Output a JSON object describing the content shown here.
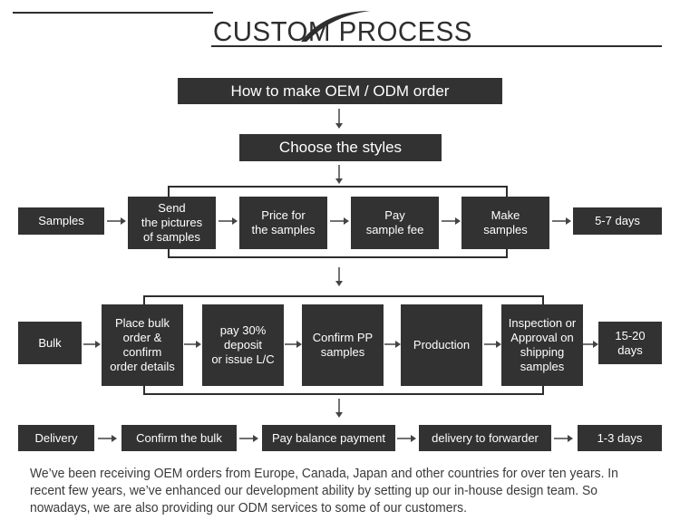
{
  "header": {
    "title": "CUSTOM PROCESS"
  },
  "top": {
    "main_step": "How to make OEM / ODM order",
    "choose_step": "Choose the styles"
  },
  "samples_row": {
    "label": "Samples",
    "steps": [
      "Send\nthe pictures\nof samples",
      "Price for\nthe samples",
      "Pay\nsample fee",
      "Make\nsamples"
    ],
    "duration": "5-7 days"
  },
  "bulk_row": {
    "label": "Bulk",
    "steps": [
      "Place bulk\norder &\nconfirm\norder details",
      "pay 30%\ndeposit\nor issue L/C",
      "Confirm PP\nsamples",
      "Production",
      "Inspection or\nApproval on\nshipping\nsamples"
    ],
    "duration": "15-20\ndays"
  },
  "delivery_row": {
    "label": "Delivery",
    "steps": [
      "Confirm the bulk",
      "Pay balance payment",
      "delivery to forwarder"
    ],
    "duration": "1-3 days"
  },
  "paragraph": "We’ve been receiving OEM orders from Europe, Canada, Japan and other countries for over ten years. In recent few years, we’ve enhanced our development ability by setting up our in-house design team. So nowadays, we are also providing our ODM services to some of our customers.",
  "colors": {
    "box": "#323232",
    "text_on_box": "#ffffff",
    "line": "#2e2e2e"
  }
}
